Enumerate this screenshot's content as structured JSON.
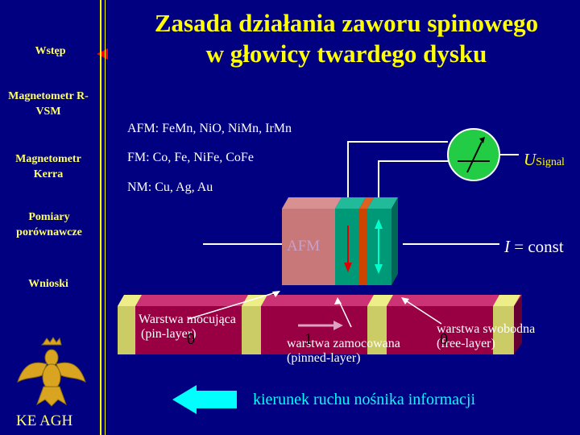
{
  "sidebar": {
    "items": [
      {
        "label": "Wstęp"
      },
      {
        "label": "Magnetometr R-VSM"
      },
      {
        "label": "Magnetometr Kerra"
      },
      {
        "label": "Pomiary porównawcze"
      },
      {
        "label": "Wnioski"
      }
    ],
    "footer": "KE AGH"
  },
  "slide": {
    "title_line1": "Zasada działania zaworu spinowego",
    "title_line2": "w głowicy twardego dysku",
    "materials": [
      "AFM: FeMn, NiO, NiMn, IrMn",
      "FM: Co, Fe, NiFe, CoFe",
      "NM: Cu, Ag, Au"
    ],
    "afm_label": "AFM",
    "signal_label": "U",
    "signal_sub": "Signal",
    "current_label": "I",
    "current_value": " = const",
    "pin_layer_line1": "Warstwa mocująca",
    "pin_layer_line2": "(pin-layer)",
    "pinned_layer_line1": "warstwa zamocowana",
    "pinned_layer_line2": "(pinned-layer)",
    "free_layer_line1": "warstwa swobodna",
    "free_layer_line2": "(free-layer)",
    "bit0_left": "0",
    "bit1": "1",
    "bit0_right": "0",
    "direction_text": "kierunek ruchu nośnika informacji"
  },
  "colors": {
    "background": "#000080",
    "title": "#ffff00",
    "nav_text": "#ffff66",
    "pointer_red": "#ff0000",
    "afm_block": "#c87878",
    "fm_block": "#009977",
    "spacer": "#cc4400",
    "disk_track": "#990044",
    "disk_bit": "#cccc66",
    "meter": "#22cc44",
    "arrow_cyan": "#00ffff"
  }
}
